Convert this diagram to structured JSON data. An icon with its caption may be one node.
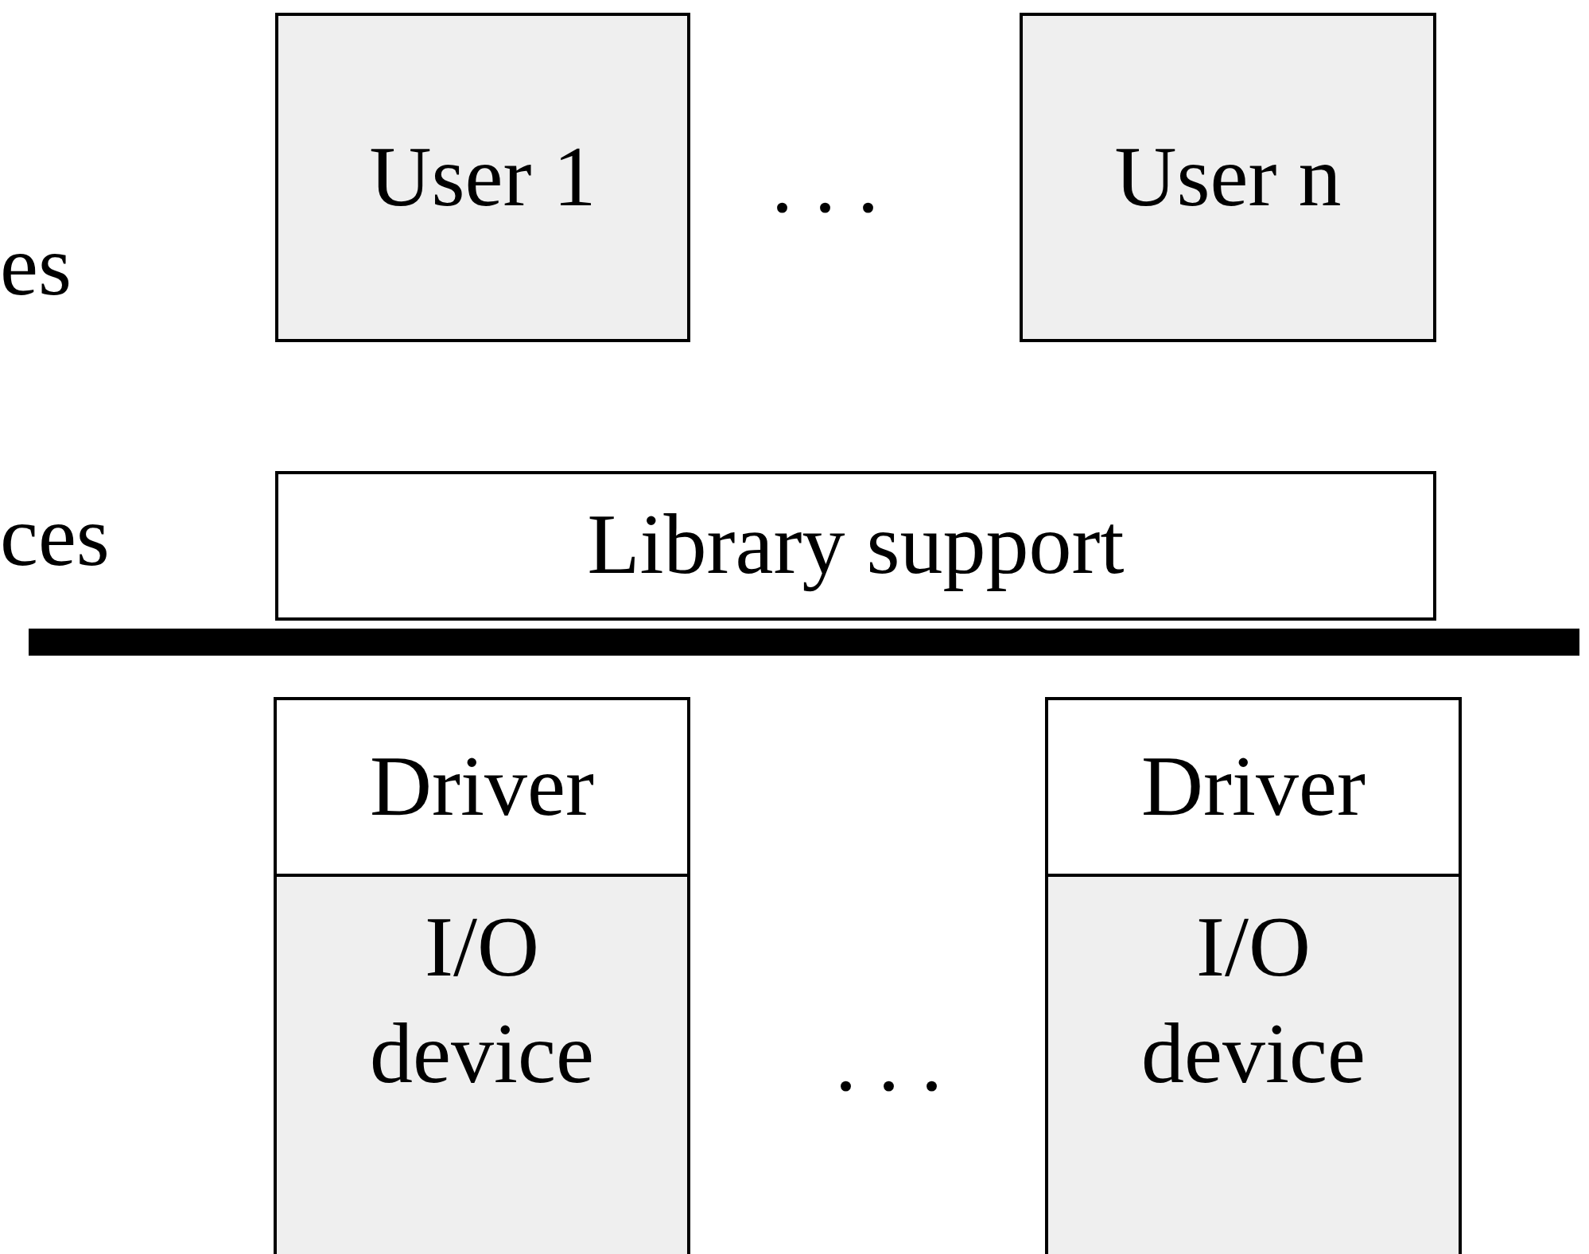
{
  "diagram": {
    "nodes": [
      {
        "text": [
          "User 1"
        ]
      },
      {
        "text": [
          "User n"
        ]
      },
      {
        "text": [
          "Library support"
        ]
      },
      {
        "text": [
          "Driver"
        ]
      },
      {
        "text": [
          "I/O device"
        ]
      },
      {
        "text": [
          "Driver"
        ]
      },
      {
        "text": [
          "I/O device"
        ]
      },
      {
        "text": [],
        "shape": "bar"
      }
    ],
    "edges": [],
    "labels": [
      "es",
      ". . .",
      "ces",
      ". . ."
    ]
  }
}
